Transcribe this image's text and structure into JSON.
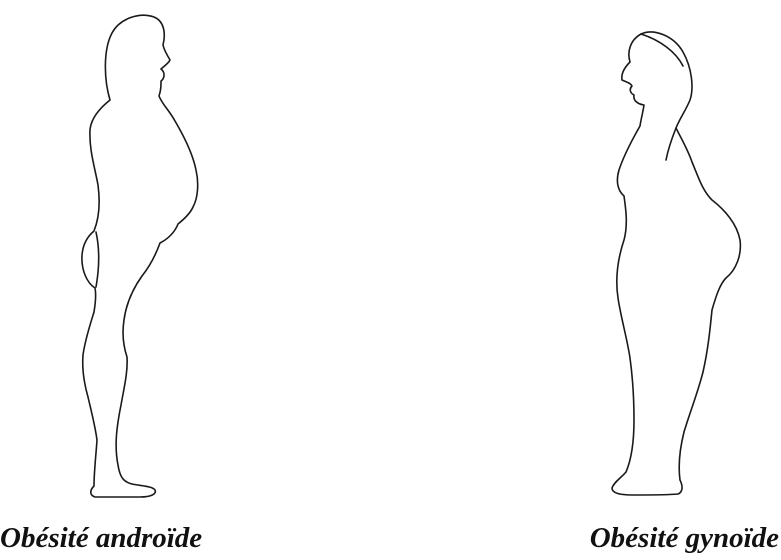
{
  "figures": [
    {
      "id": "android",
      "caption": "Obésité androïde",
      "icon": "male-body-silhouette-icon"
    },
    {
      "id": "gynoid",
      "caption": "Obésité gynoïde",
      "icon": "female-body-silhouette-icon"
    }
  ],
  "colors": {
    "background": "#ffffff",
    "outline": "#1a1a1a",
    "caption": "#111111"
  }
}
